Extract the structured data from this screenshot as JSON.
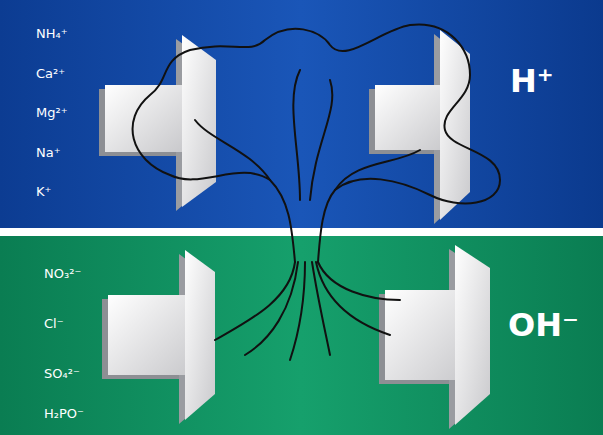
{
  "diagram": {
    "nodes": [
      {
        "text": [
          "NH₄⁺",
          "Ca²⁺",
          "Mg²⁺",
          "Na⁺",
          "K⁺",
          "H⁺"
        ]
      },
      {
        "text": [
          "NO₃²⁻",
          "Cl⁻",
          "SO₄²⁻",
          "H₂PO⁻",
          "OH⁻"
        ]
      }
    ]
  }
}
